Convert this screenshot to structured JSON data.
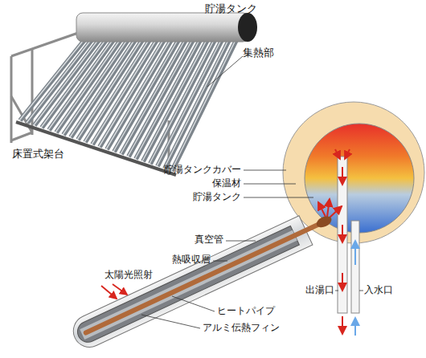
{
  "diagram": {
    "labels": [
      "貯湯タンク",
      "集熱部",
      "床置式架台",
      "貯湯タンクカバー",
      "保温材",
      "貯湯タンク",
      "真空管",
      "熱吸収層",
      "太陽光照射",
      "ヒートパイプ",
      "アルミ伝熱フィン",
      "出湯口",
      "入水口"
    ]
  }
}
